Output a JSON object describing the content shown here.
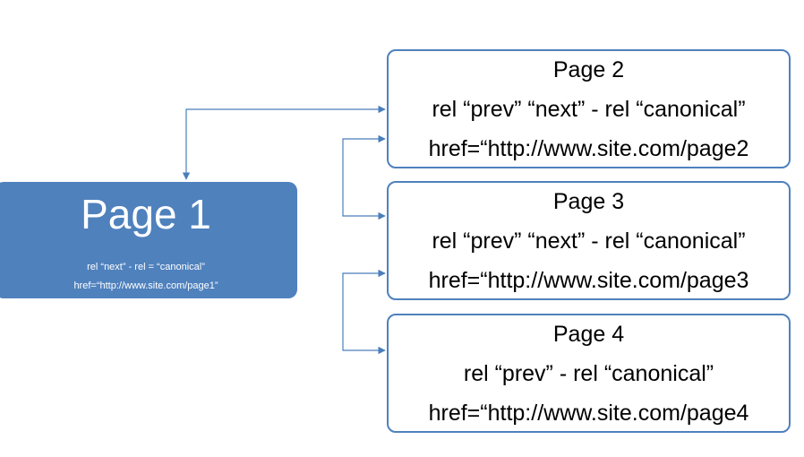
{
  "colors": {
    "accent": "#4f81bd",
    "arrow": "#4a7ebb",
    "text": "#000000",
    "page1_text": "#ffffff"
  },
  "page1": {
    "title": "Page 1",
    "rel_text": "rel “next”  - rel = “canonical”",
    "href_text": "href=“http://www.site.com/page1”"
  },
  "pages": [
    {
      "title": "Page 2",
      "rel_text": "rel “prev” “next” - rel “canonical”",
      "href_text": "href=“http://www.site.com/page2"
    },
    {
      "title": "Page 3",
      "rel_text": "rel “prev” “next” - rel “canonical”",
      "href_text": "href=“http://www.site.com/page3"
    },
    {
      "title": "Page 4",
      "rel_text": "rel “prev” - rel “canonical”",
      "href_text": "href=“http://www.site.com/page4"
    }
  ]
}
